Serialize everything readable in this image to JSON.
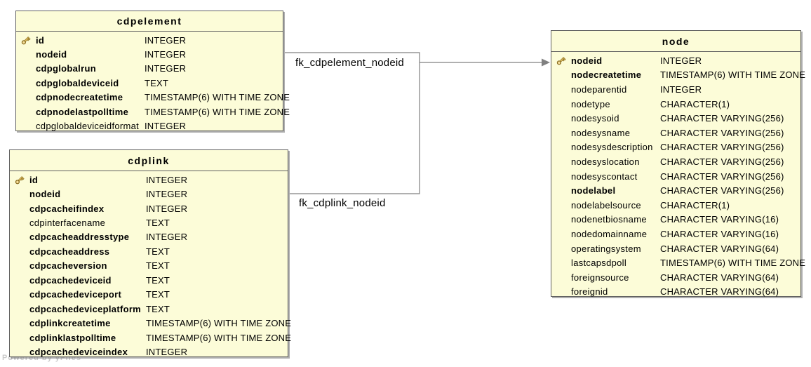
{
  "diagram": {
    "watermark": "Powered by yFiles",
    "colors": {
      "table_fill": "#fcfcd8",
      "table_border": "#606060",
      "connector": "#808080",
      "key_gold": "#c9a227",
      "text": "#000000",
      "background": "#ffffff"
    },
    "tables": [
      {
        "title": "cdpelement",
        "columns": [
          {
            "name": "id",
            "type": "INTEGER",
            "bold": true,
            "key": true
          },
          {
            "name": "nodeid",
            "type": "INTEGER",
            "bold": true,
            "key": false
          },
          {
            "name": "cdpglobalrun",
            "type": "INTEGER",
            "bold": true,
            "key": false
          },
          {
            "name": "cdpglobaldeviceid",
            "type": "TEXT",
            "bold": true,
            "key": false
          },
          {
            "name": "cdpnodecreatetime",
            "type": "TIMESTAMP(6) WITH TIME ZONE",
            "bold": true,
            "key": false
          },
          {
            "name": "cdpnodelastpolltime",
            "type": "TIMESTAMP(6) WITH TIME ZONE",
            "bold": true,
            "key": false
          },
          {
            "name": "cdpglobaldeviceidformat",
            "type": "INTEGER",
            "bold": false,
            "key": false
          }
        ]
      },
      {
        "title": "cdplink",
        "columns": [
          {
            "name": "id",
            "type": "INTEGER",
            "bold": true,
            "key": true
          },
          {
            "name": "nodeid",
            "type": "INTEGER",
            "bold": true,
            "key": false
          },
          {
            "name": "cdpcacheifindex",
            "type": "INTEGER",
            "bold": true,
            "key": false
          },
          {
            "name": "cdpinterfacename",
            "type": "TEXT",
            "bold": false,
            "key": false
          },
          {
            "name": "cdpcacheaddresstype",
            "type": "INTEGER",
            "bold": true,
            "key": false
          },
          {
            "name": "cdpcacheaddress",
            "type": "TEXT",
            "bold": true,
            "key": false
          },
          {
            "name": "cdpcacheversion",
            "type": "TEXT",
            "bold": true,
            "key": false
          },
          {
            "name": "cdpcachedeviceid",
            "type": "TEXT",
            "bold": true,
            "key": false
          },
          {
            "name": "cdpcachedeviceport",
            "type": "TEXT",
            "bold": true,
            "key": false
          },
          {
            "name": "cdpcachedeviceplatform",
            "type": "TEXT",
            "bold": true,
            "key": false
          },
          {
            "name": "cdplinkcreatetime",
            "type": "TIMESTAMP(6) WITH TIME ZONE",
            "bold": true,
            "key": false
          },
          {
            "name": "cdplinklastpolltime",
            "type": "TIMESTAMP(6) WITH TIME ZONE",
            "bold": true,
            "key": false
          },
          {
            "name": "cdpcachedeviceindex",
            "type": "INTEGER",
            "bold": true,
            "key": false
          }
        ]
      },
      {
        "title": "node",
        "columns": [
          {
            "name": "nodeid",
            "type": "INTEGER",
            "bold": true,
            "key": true
          },
          {
            "name": "nodecreatetime",
            "type": "TIMESTAMP(6) WITH TIME ZONE",
            "bold": true,
            "key": false
          },
          {
            "name": "nodeparentid",
            "type": "INTEGER",
            "bold": false,
            "key": false
          },
          {
            "name": "nodetype",
            "type": "CHARACTER(1)",
            "bold": false,
            "key": false
          },
          {
            "name": "nodesysoid",
            "type": "CHARACTER VARYING(256)",
            "bold": false,
            "key": false
          },
          {
            "name": "nodesysname",
            "type": "CHARACTER VARYING(256)",
            "bold": false,
            "key": false
          },
          {
            "name": "nodesysdescription",
            "type": "CHARACTER VARYING(256)",
            "bold": false,
            "key": false
          },
          {
            "name": "nodesyslocation",
            "type": "CHARACTER VARYING(256)",
            "bold": false,
            "key": false
          },
          {
            "name": "nodesyscontact",
            "type": "CHARACTER VARYING(256)",
            "bold": false,
            "key": false
          },
          {
            "name": "nodelabel",
            "type": "CHARACTER VARYING(256)",
            "bold": true,
            "key": false
          },
          {
            "name": "nodelabelsource",
            "type": "CHARACTER(1)",
            "bold": false,
            "key": false
          },
          {
            "name": "nodenetbiosname",
            "type": "CHARACTER VARYING(16)",
            "bold": false,
            "key": false
          },
          {
            "name": "nodedomainname",
            "type": "CHARACTER VARYING(16)",
            "bold": false,
            "key": false
          },
          {
            "name": "operatingsystem",
            "type": "CHARACTER VARYING(64)",
            "bold": false,
            "key": false
          },
          {
            "name": "lastcapsdpoll",
            "type": "TIMESTAMP(6) WITH TIME ZONE",
            "bold": false,
            "key": false
          },
          {
            "name": "foreignsource",
            "type": "CHARACTER VARYING(64)",
            "bold": false,
            "key": false
          },
          {
            "name": "foreignid",
            "type": "CHARACTER VARYING(64)",
            "bold": false,
            "key": false
          }
        ]
      }
    ],
    "relations": [
      {
        "label": "fk_cdpelement_nodeid",
        "from": "cdpelement.nodeid",
        "to": "node.nodeid"
      },
      {
        "label": "fk_cdplink_nodeid",
        "from": "cdplink.nodeid",
        "to": "node.nodeid"
      }
    ]
  }
}
